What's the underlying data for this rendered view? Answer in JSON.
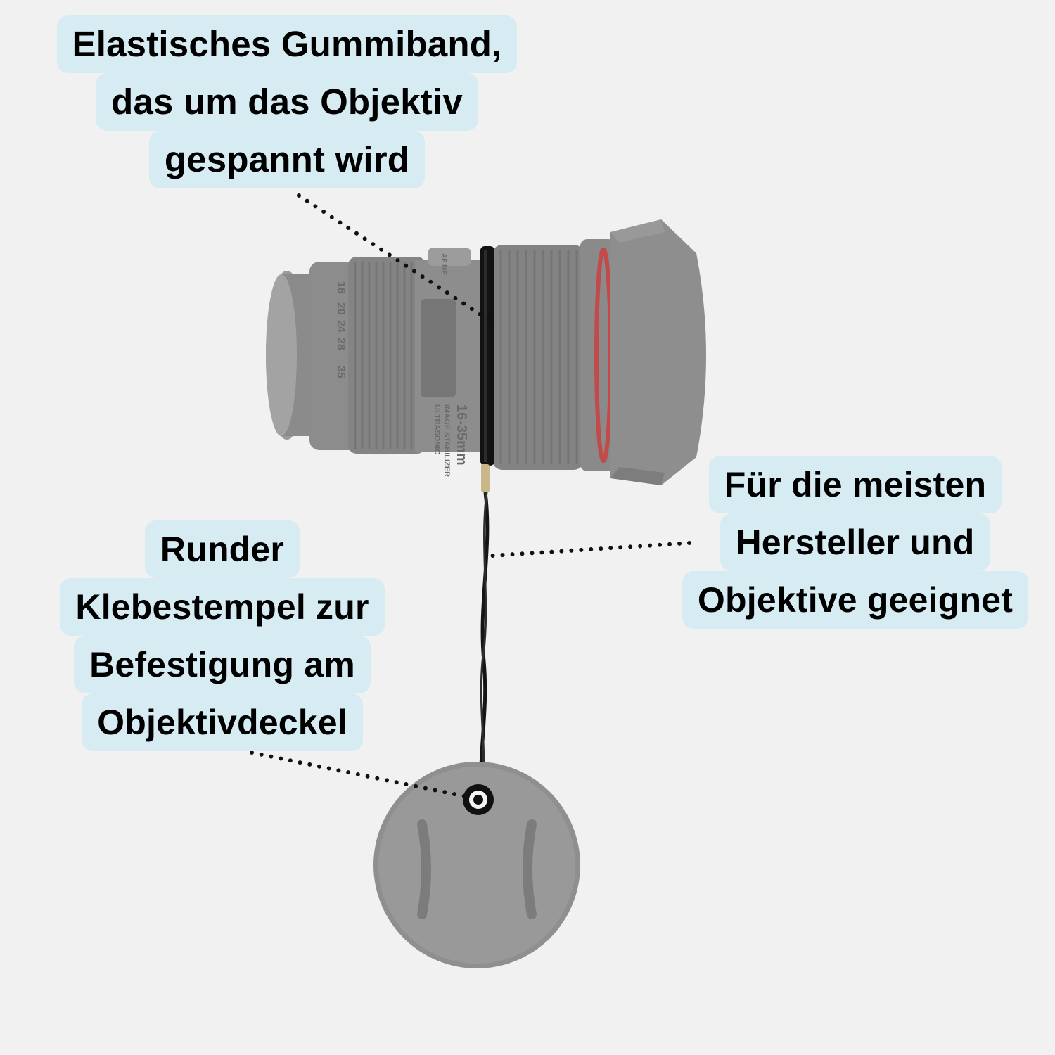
{
  "colors": {
    "background": "#f1f1f1",
    "callout_fill": "#d6ebf2",
    "text": "#000000",
    "lens_body": "#8e8e8e",
    "lens_accent": "#c24a4a",
    "strap": "#111111"
  },
  "callouts": {
    "band": {
      "lines": [
        "Elastisches Gummiband,",
        "das um das Objektiv",
        "gespannt wird"
      ]
    },
    "compat": {
      "lines": [
        "Für die meisten",
        "Hersteller und",
        "Objektive geeignet"
      ]
    },
    "adhesive": {
      "lines": [
        "Runder",
        "Klebestempel zur",
        "Befestigung am",
        "Objektivdeckel"
      ]
    }
  },
  "lens_markings": {
    "model": "16-35mm",
    "stabilizer": "IMAGE STABILIZER",
    "motor": "ULTRASONIC",
    "switch": "AF MF",
    "focal_marks": [
      "16",
      "20",
      "24",
      "28",
      "35"
    ]
  },
  "icons": {
    "lens": "camera-lens-icon",
    "lens_cap": "lens-cap-icon",
    "strap": "lens-cap-strap-icon",
    "band": "elastic-band-icon"
  }
}
